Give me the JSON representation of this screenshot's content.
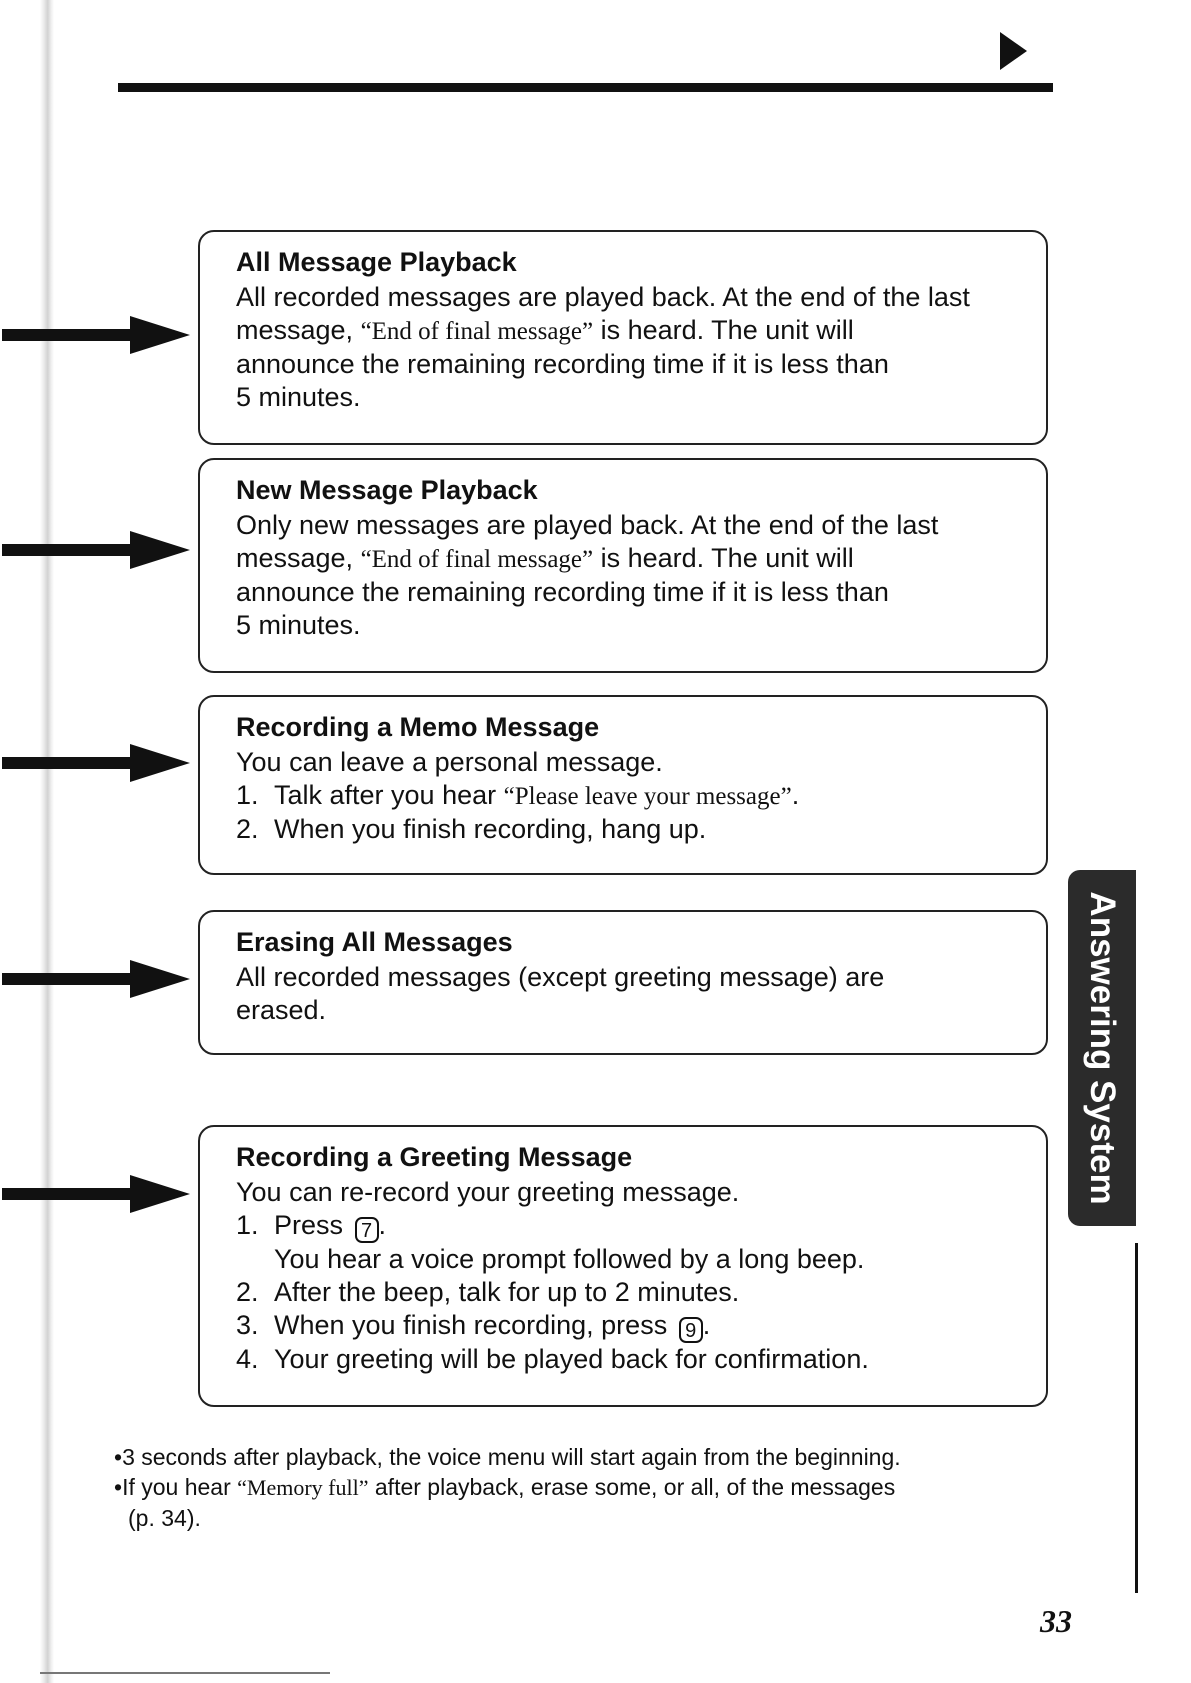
{
  "boxes": [
    {
      "title": "All Message Playback",
      "lines": [
        [
          "All recorded messages are played back. At the end of the last"
        ],
        [
          "message, ",
          "“End of final message”",
          " is heard. The unit will"
        ],
        [
          "announce the remaining recording time if it is less than"
        ],
        [
          "5 minutes."
        ]
      ]
    },
    {
      "title": "New Message Playback",
      "lines": [
        [
          "Only new messages are played back. At the end of the last"
        ],
        [
          "message, ",
          "“End of final message”",
          " is heard. The unit will"
        ],
        [
          "announce the remaining recording time if it is less than"
        ],
        [
          "5 minutes."
        ]
      ]
    },
    {
      "title": "Recording a Memo Message",
      "intro": "You can leave a personal message.",
      "steps": [
        {
          "num": "1.",
          "pre": "Talk after you hear ",
          "quote": "“Please leave your message”",
          "post": "."
        },
        {
          "num": "2.",
          "text": "When you finish recording, hang up."
        }
      ]
    },
    {
      "title": "Erasing All Messages",
      "lines": [
        [
          "All recorded messages (except greeting message) are"
        ],
        [
          "erased."
        ]
      ]
    },
    {
      "title": "Recording a Greeting Message",
      "intro": "You can re-record your greeting message.",
      "steps": [
        {
          "num": "1.",
          "pre": "Press ",
          "key": "7",
          "post": ".",
          "sub": "You hear a voice prompt followed by a long beep."
        },
        {
          "num": "2.",
          "text": "After the beep, talk for up to 2 minutes."
        },
        {
          "num": "3.",
          "pre": "When you finish recording, press ",
          "key": "9",
          "post": "."
        },
        {
          "num": "4.",
          "text": "Your greeting will be played back for confirmation."
        }
      ]
    }
  ],
  "side_tab": "Answering System",
  "notes": [
    {
      "bullet": "•",
      "text": "3 seconds after playback, the voice menu will start again from the beginning."
    },
    {
      "bullet": "•",
      "pre": "If you hear ",
      "quote": "“Memory full”",
      "post": " after playback, erase some, or all, of the messages",
      "cont": "(p. 34)."
    }
  ],
  "page_number": "33"
}
